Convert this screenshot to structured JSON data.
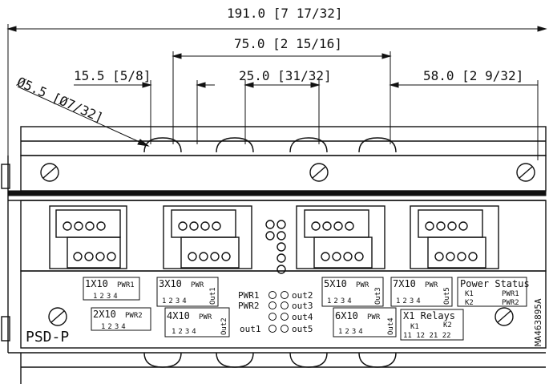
{
  "dimensions": {
    "overall_width": "191.0 [7 17/32]",
    "span": "75.0 [2 15/16]",
    "left_gap": "15.5 [5/8]",
    "pitch": "25.0 [31/32]",
    "right_offset": "58.0 [2 9/32]",
    "hole_diameter": "Ø5.5 [Ø7/32]"
  },
  "connectors": {
    "x1": {
      "name": "1X10",
      "pwr": "PWR1",
      "pins": "1234"
    },
    "x2": {
      "name": "2X10",
      "pwr": "PWR2",
      "pins": "1234"
    },
    "x3": {
      "name": "3X10",
      "pwr": "PWR",
      "out": "Out1",
      "pins": "1234"
    },
    "x4": {
      "name": "4X10",
      "pwr": "PWR",
      "out": "Out2",
      "pins": "1234"
    },
    "x5": {
      "name": "5X10",
      "pwr": "PWR",
      "out": "Out3",
      "pins": "1234"
    },
    "x6": {
      "name": "6X10",
      "pwr": "PWR",
      "out": "Out4",
      "pins": "1234"
    },
    "x7": {
      "name": "7X10",
      "pwr": "PWR",
      "out": "Out5",
      "pins": "1234"
    }
  },
  "leds": {
    "left": [
      "PWR1",
      "PWR2",
      "out1"
    ],
    "right": [
      "out2",
      "out3",
      "out4",
      "out5"
    ]
  },
  "relays": {
    "title": "X1 Relays",
    "k1": "K1",
    "k2": "K2",
    "pins": "11 12 21 22"
  },
  "power_status": {
    "title": "Power Status",
    "k1": "K1",
    "k2": "K2",
    "pwr1": "PWR1",
    "pwr2": "PWR2"
  },
  "device_label": "PSD-P",
  "part_number": "MA463895A"
}
